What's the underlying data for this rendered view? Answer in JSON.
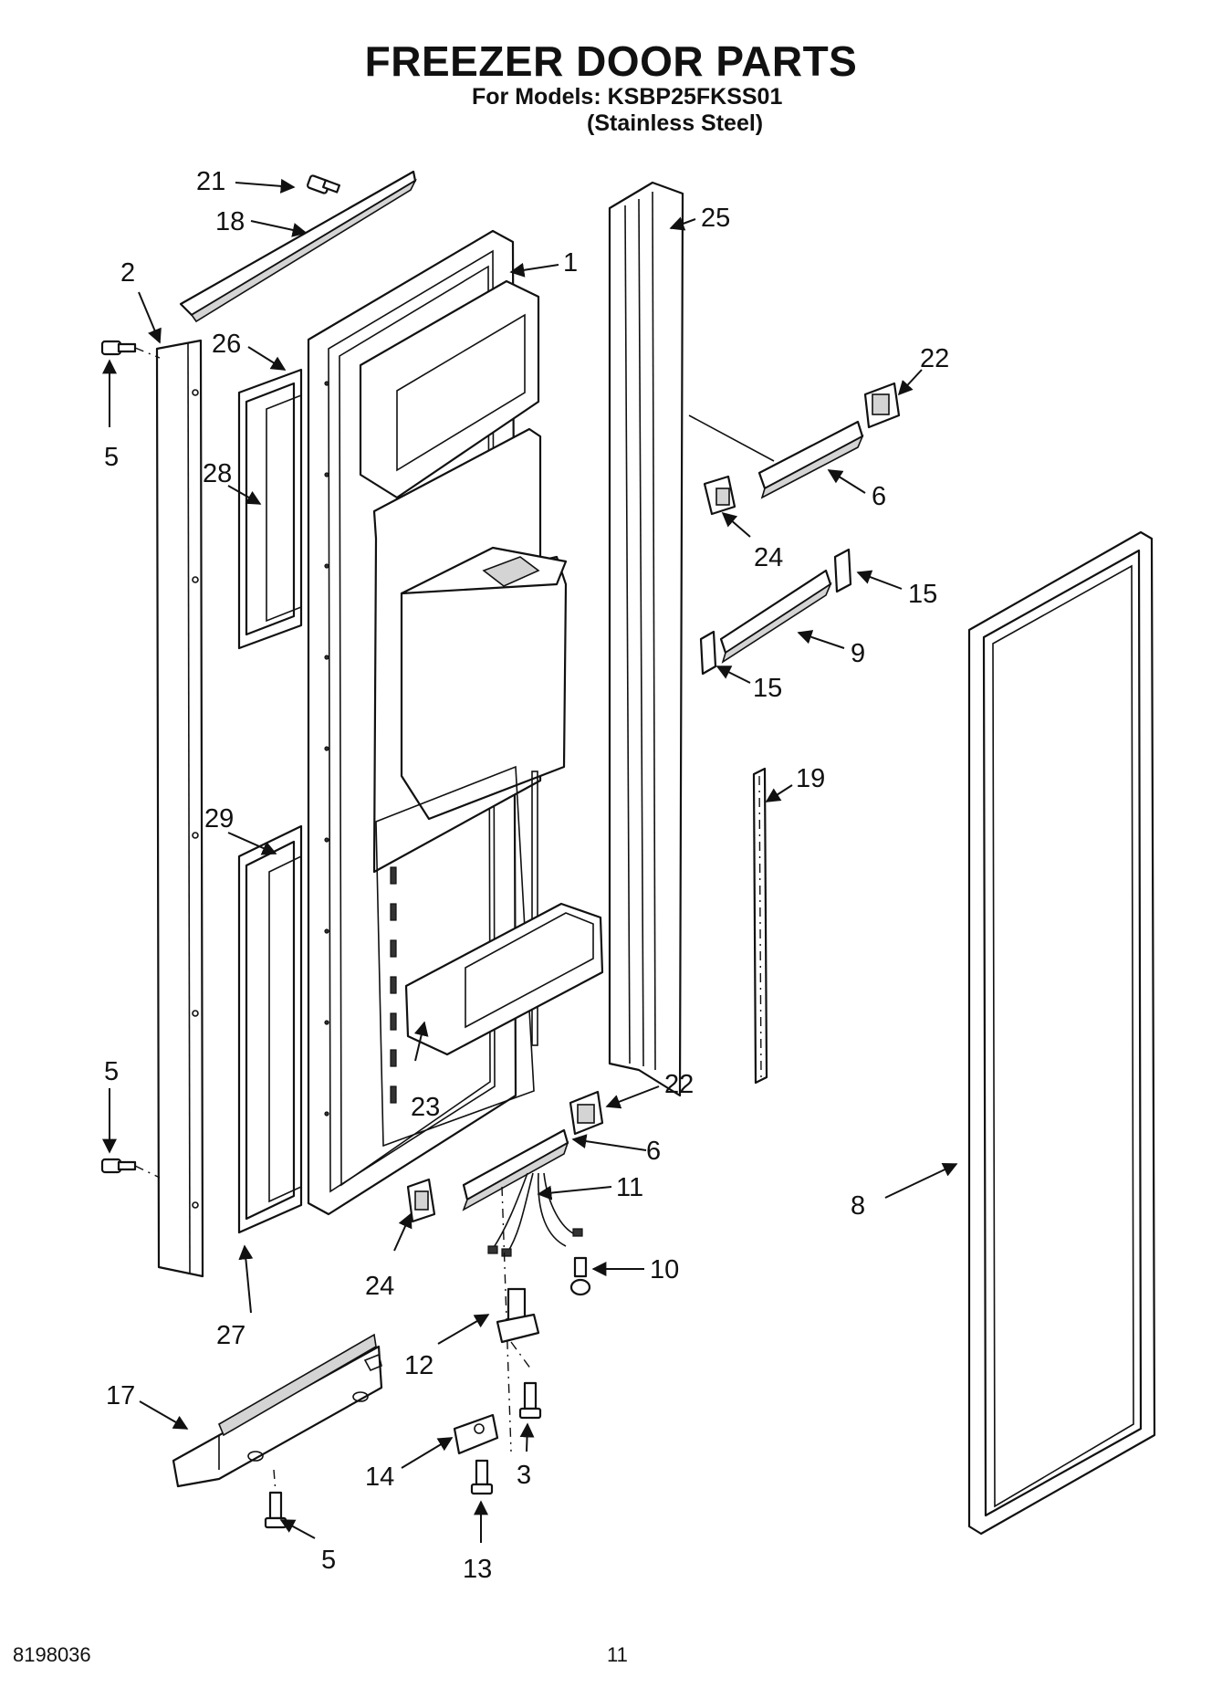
{
  "header": {
    "title": "FREEZER DOOR PARTS",
    "models_line": "For Models: KSBP25FKSS01",
    "finish_line": "(Stainless Steel)"
  },
  "footer": {
    "doc_number": "8198036",
    "page_number": "11"
  },
  "callouts": {
    "c1": "1",
    "c2": "2",
    "c3": "3",
    "c5a": "5",
    "c5b": "5",
    "c5c": "5",
    "c6a": "6",
    "c6b": "6",
    "c8": "8",
    "c9": "9",
    "c10": "10",
    "c11": "11",
    "c12": "12",
    "c13": "13",
    "c14": "14",
    "c15a": "15",
    "c15b": "15",
    "c17": "17",
    "c18": "18",
    "c19": "19",
    "c21": "21",
    "c22a": "22",
    "c22b": "22",
    "c23": "23",
    "c24a": "24",
    "c24b": "24",
    "c25": "25",
    "c26": "26",
    "c27": "27",
    "c28": "28",
    "c29": "29"
  },
  "colors": {
    "line": "#111111",
    "background": "#ffffff"
  }
}
